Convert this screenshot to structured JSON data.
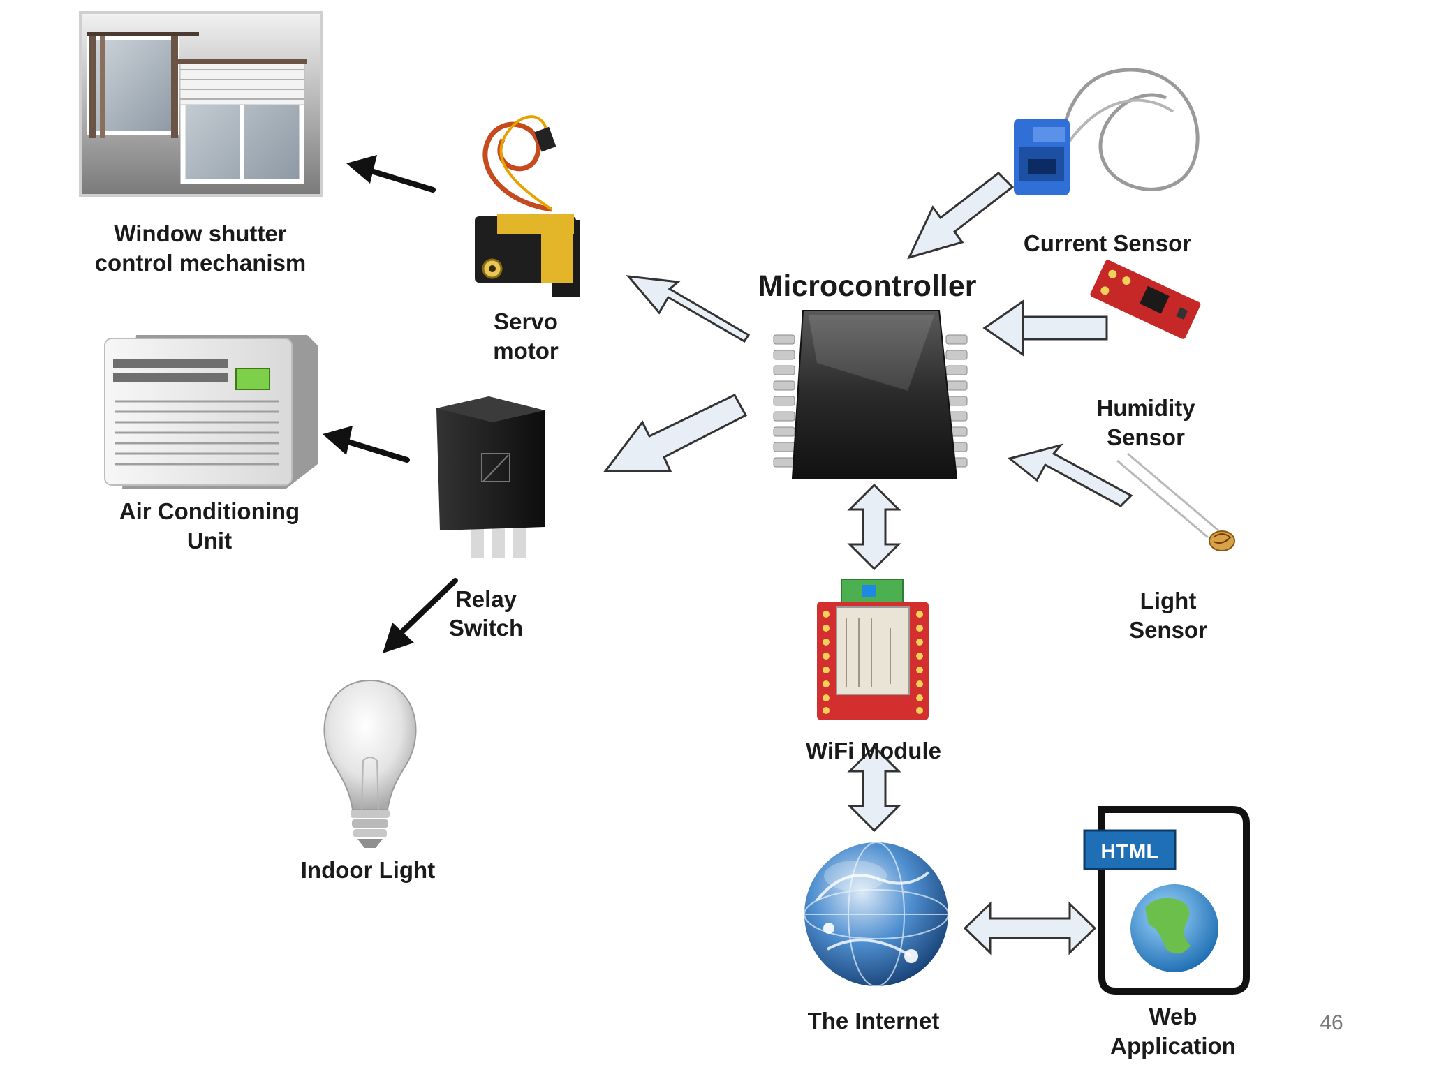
{
  "labels": {
    "window_shutter_line1": "Window shutter",
    "window_shutter_line2": "control mechanism",
    "servo_line1": "Servo",
    "servo_line2": "motor",
    "microcontroller": "Microcontroller",
    "current_sensor": "Current Sensor",
    "humidity_line1": "Humidity",
    "humidity_line2": "Sensor",
    "light_line1": "Light",
    "light_line2": "Sensor",
    "ac_line1": "Air Conditioning",
    "ac_line2": "Unit",
    "relay_line1": "Relay",
    "relay_line2": "Switch",
    "indoor_light": "Indoor Light",
    "wifi_module": "WiFi Module",
    "internet": "The Internet",
    "web_app_line1": "Web",
    "web_app_line2": "Application",
    "html_badge": "HTML"
  },
  "page_number": "46",
  "icons": {
    "window": "window-shutter-icon",
    "servo": "servo-motor-icon",
    "current_sensor": "current-sensor-icon",
    "humidity_sensor": "humidity-sensor-icon",
    "microcontroller": "microcontroller-chip-icon",
    "light_sensor": "light-sensor-icon",
    "air_conditioner": "air-conditioner-icon",
    "relay": "relay-switch-icon",
    "light_bulb": "light-bulb-icon",
    "wifi_module": "wifi-module-icon",
    "globe": "globe-icon",
    "web_document": "html-document-icon"
  },
  "colors": {
    "arrow_fill": "#e8eef5",
    "chip": "#2b2b2b",
    "board_red": "#c62828",
    "sensor_blue": "#2f6fd6",
    "globe_blue": "#2a6fb8"
  }
}
